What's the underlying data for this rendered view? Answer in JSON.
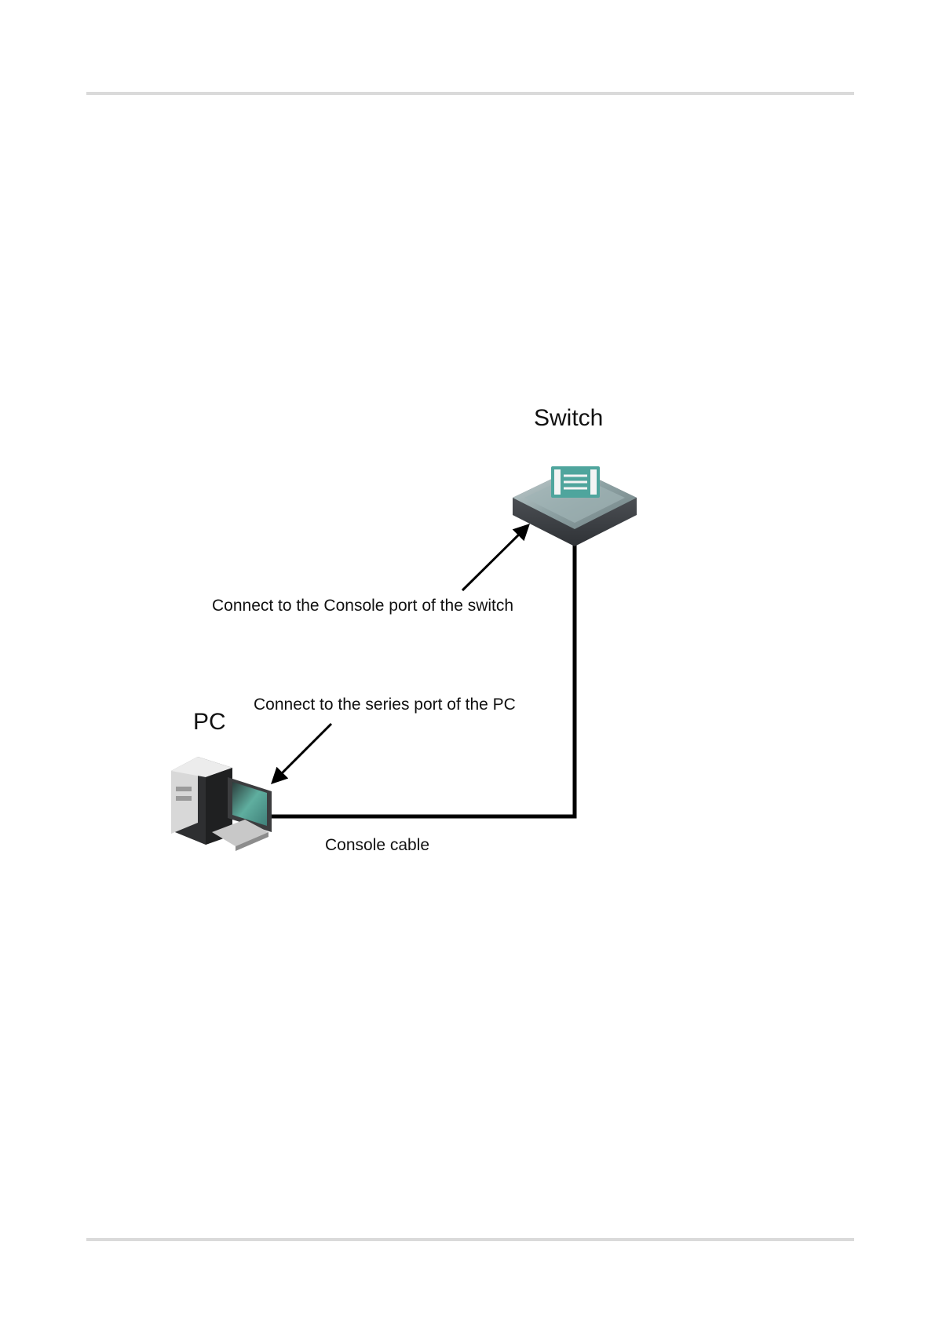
{
  "diagram": {
    "nodes": {
      "switch": {
        "label": "Switch"
      },
      "pc": {
        "label": "PC"
      }
    },
    "annotations": {
      "switch_port": "Connect to the Console port of the switch",
      "pc_port": "Connect to the series port of the PC"
    },
    "link": {
      "label": "Console cable"
    }
  },
  "colors": {
    "rule": "#dadada",
    "cable": "#000000",
    "switch_body": "#5b5e63",
    "switch_top": "#8fa6a8",
    "switch_screen": "#4fa59d",
    "pc_tower": "#3a3a3a",
    "pc_monitor_screen": "#5aa99e"
  }
}
